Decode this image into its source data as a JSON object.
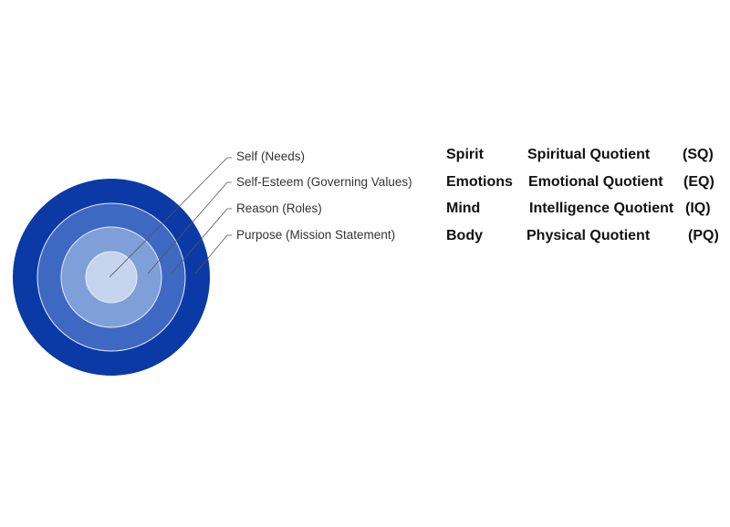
{
  "colors": {
    "ring_outer": "#0b3aa6",
    "ring_2": "#3e69c2",
    "ring_3": "#7e9fd8",
    "ring_inner": "#c6d4ee",
    "line": "#555555"
  },
  "rings": [
    {
      "label": "Self (Needs)",
      "term": "Spirit",
      "quotient": "Spiritual Quotient",
      "abbr": "(SQ)"
    },
    {
      "label": "Self-Esteem (Governing Values)",
      "term": "Emotions",
      "quotient": "Emotional Quotient",
      "abbr": "(EQ)"
    },
    {
      "label": "Reason (Roles)",
      "term": "Mind",
      "quotient": "Intelligence Quotient",
      "abbr": "(IQ)"
    },
    {
      "label": "Purpose (Mission Statement)",
      "term": "Body",
      "quotient": "Physical Quotient",
      "abbr": "(PQ)"
    }
  ]
}
